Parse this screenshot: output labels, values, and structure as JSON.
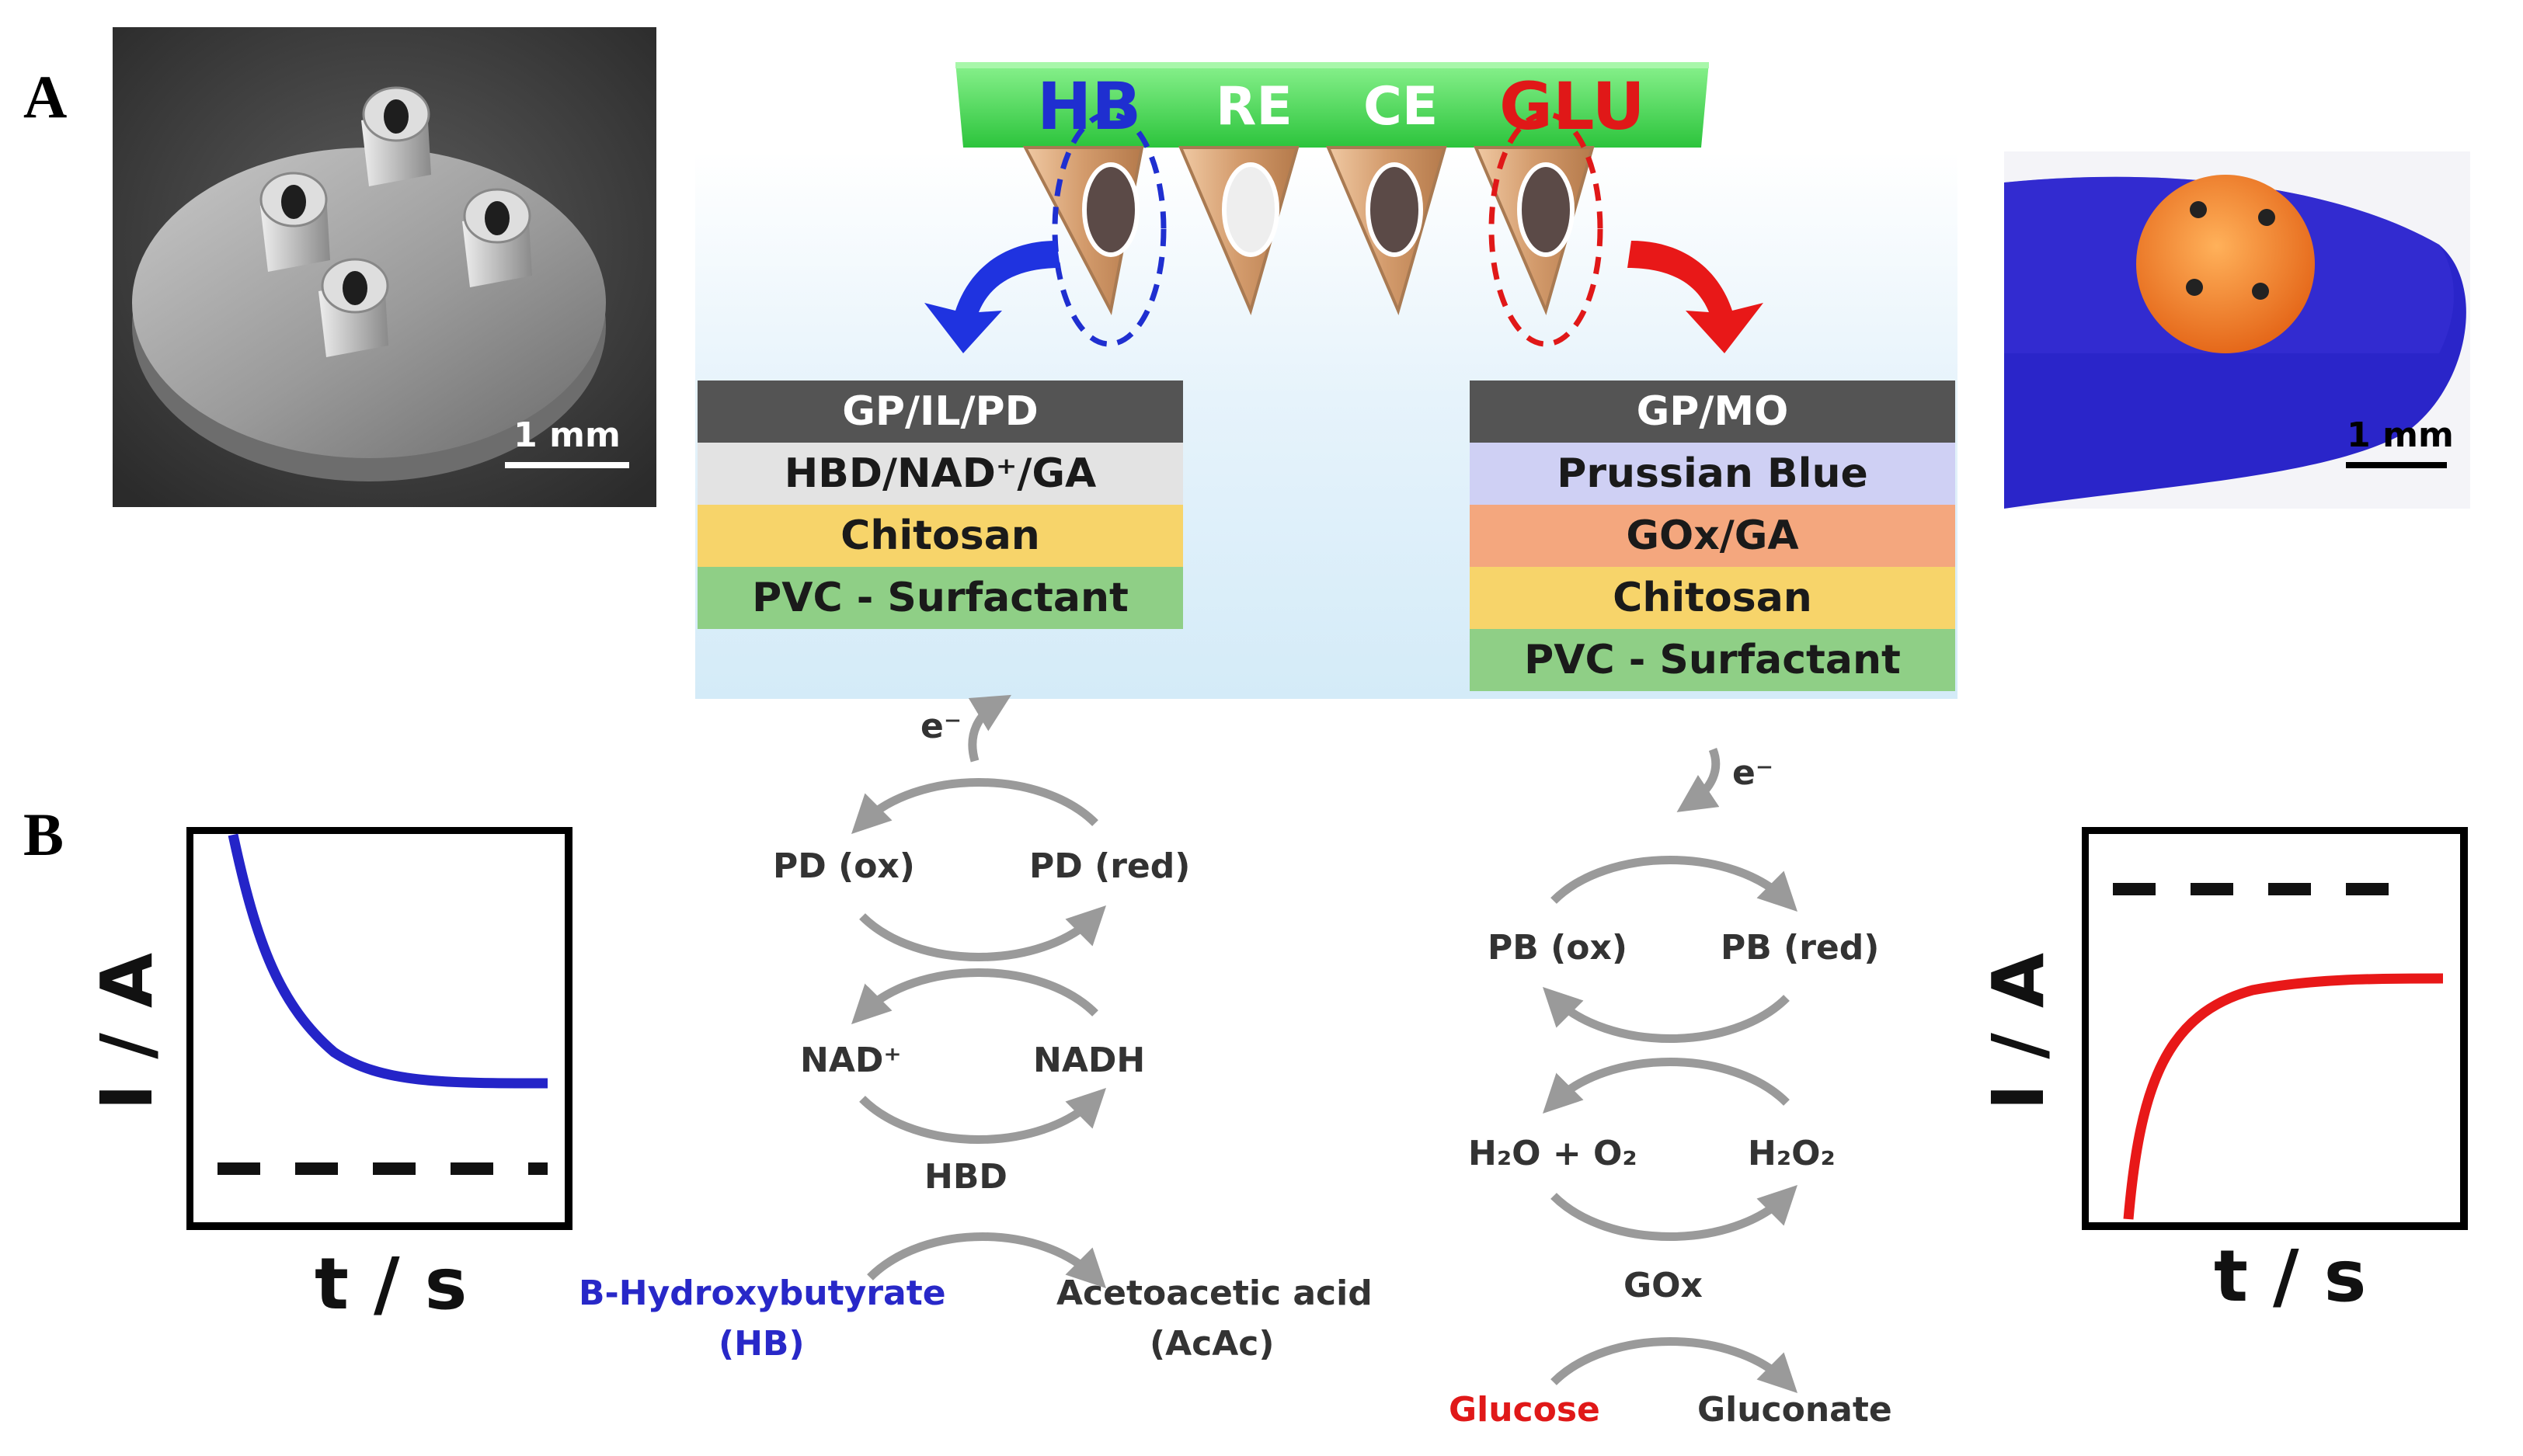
{
  "panels": {
    "a": "A",
    "b": "B"
  },
  "sem": {
    "scale_label": "1 mm"
  },
  "photo": {
    "scale_label": "1 mm"
  },
  "device": {
    "electrodes": [
      {
        "label": "HB",
        "color": "#1f2fd0"
      },
      {
        "label": "RE",
        "color": "#ffffff"
      },
      {
        "label": "CE",
        "color": "#ffffff"
      },
      {
        "label": "GLU",
        "color": "#e01818"
      }
    ]
  },
  "hb_stack": {
    "layers": [
      {
        "label": "GP/IL/PD",
        "bg": "#545454",
        "fg": "#ffffff"
      },
      {
        "label": "HBD/NAD⁺/GA",
        "bg": "#e3e3e3",
        "fg": "#1a1a1a"
      },
      {
        "label": "Chitosan",
        "bg": "#f7d46a",
        "fg": "#1a1a1a"
      },
      {
        "label": "PVC - Surfactant",
        "bg": "#8fcf86",
        "fg": "#1a1a1a"
      }
    ]
  },
  "glu_stack": {
    "layers": [
      {
        "label": "GP/MO",
        "bg": "#545454",
        "fg": "#ffffff"
      },
      {
        "label": "Prussian Blue",
        "bg": "#cfd0f4",
        "fg": "#1a1a1a"
      },
      {
        "label": "GOx/GA",
        "bg": "#f4a77e",
        "fg": "#1a1a1a"
      },
      {
        "label": "Chitosan",
        "bg": "#f7d46a",
        "fg": "#1a1a1a"
      },
      {
        "label": "PVC - Surfactant",
        "bg": "#8fcf86",
        "fg": "#1a1a1a"
      }
    ]
  },
  "hb_cycle": {
    "electron": "e⁻",
    "pd_ox": "PD (ox)",
    "pd_red": "PD (red)",
    "nad": "NAD⁺",
    "nadh": "NADH",
    "enzyme": "HBD",
    "substrate_line1": "B-Hydroxybutyrate",
    "substrate_line2": "(HB)",
    "product_line1": "Acetoacetic acid",
    "product_line2": "(AcAc)"
  },
  "glu_cycle": {
    "electron": "e⁻",
    "pb_ox": "PB (ox)",
    "pb_red": "PB (red)",
    "h2o_o2": "H₂O + O₂",
    "h2o2": "H₂O₂",
    "enzyme": "GOx",
    "substrate": "Glucose",
    "product": "Gluconate"
  },
  "hb_plot": {
    "ylabel": "I / A",
    "xlabel": "t / s",
    "trace_color": "#2424c8"
  },
  "glu_plot": {
    "ylabel": "I / A",
    "xlabel": "t / s",
    "trace_color": "#e81818"
  },
  "colors": {
    "hb_blue": "#1f2fd0",
    "glu_red": "#e01818",
    "arrow_gray": "#9a9a9a",
    "green_chip": "#3dd64a"
  }
}
